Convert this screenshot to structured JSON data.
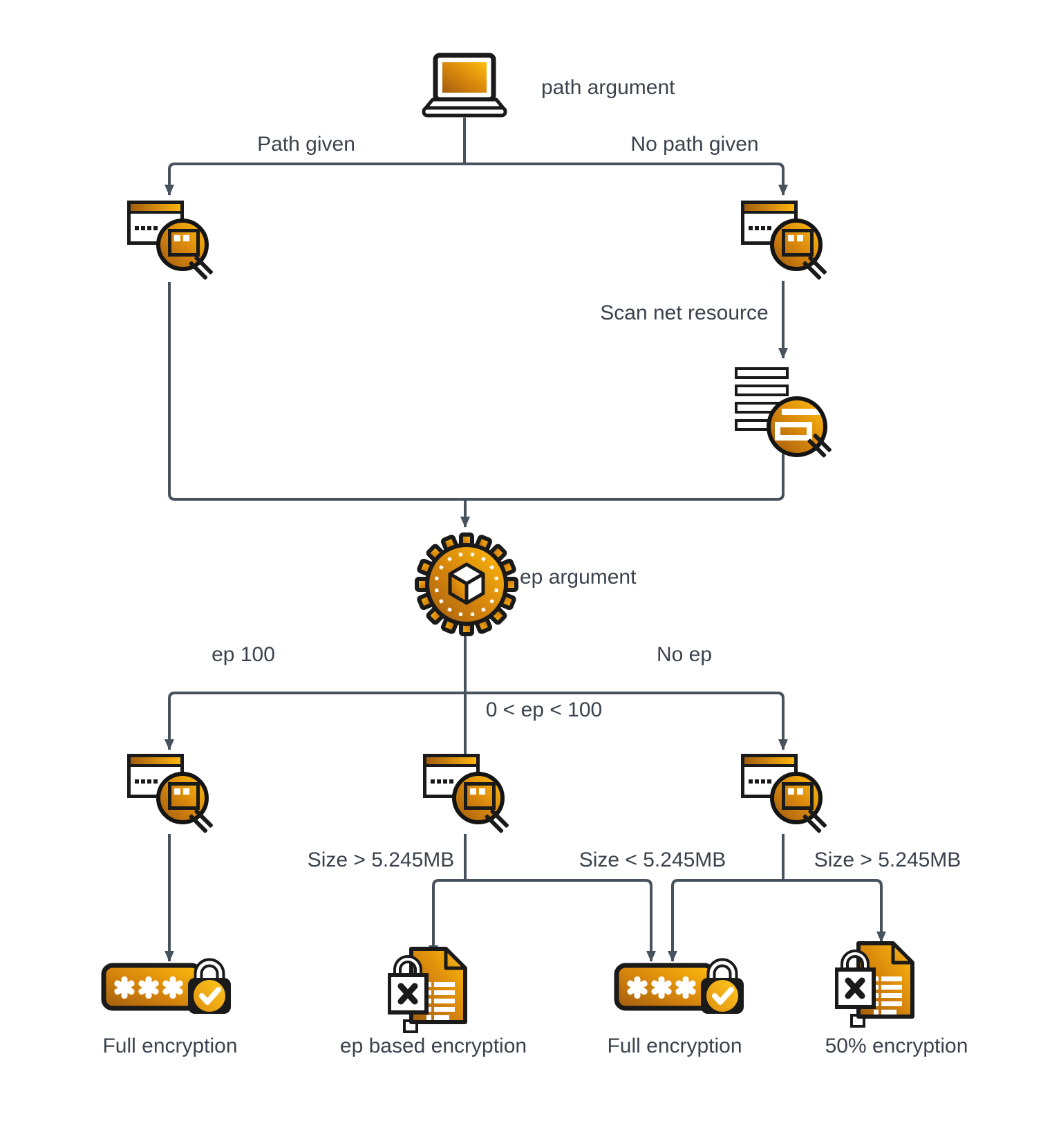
{
  "diagram": {
    "nodes": {
      "path_argument": "path argument",
      "ep_argument": "ep argument"
    },
    "edges": {
      "path_given": "Path given",
      "no_path_given": "No path given",
      "scan_net_resource": "Scan net resource",
      "ep_100": "ep 100",
      "ep_between": "0 < ep < 100",
      "no_ep": "No ep",
      "size_gt_left": "Size > 5.245MB",
      "size_lt_mid": "Size < 5.245MB",
      "size_gt_right": "Size > 5.245MB"
    },
    "outcomes": {
      "full_encryption_1": "Full encryption",
      "ep_based_encryption": "ep based encryption",
      "full_encryption_2": "Full encryption",
      "fifty_percent_encryption": "50% encryption"
    },
    "password_mask": "***",
    "colors": {
      "icon_gradient_dark": "#a35d0f",
      "icon_gradient_light": "#ffbd0e",
      "icon_outline": "#1a1a1a",
      "line": "#46525e",
      "text": "#3a434d"
    }
  }
}
